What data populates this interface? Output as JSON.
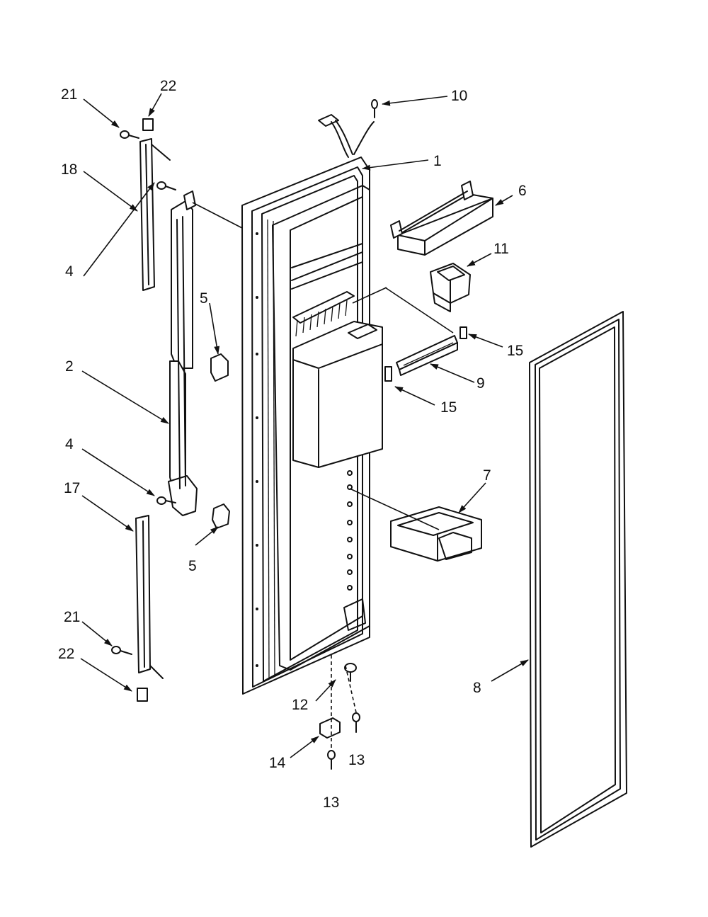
{
  "diagram": {
    "callouts": [
      {
        "id": "c21a",
        "text": "21"
      },
      {
        "id": "c22a",
        "text": "22"
      },
      {
        "id": "c10",
        "text": "10"
      },
      {
        "id": "c1",
        "text": "1"
      },
      {
        "id": "c18",
        "text": "18"
      },
      {
        "id": "c6",
        "text": "6"
      },
      {
        "id": "c11",
        "text": "11"
      },
      {
        "id": "c4a",
        "text": "4"
      },
      {
        "id": "c5a",
        "text": "5"
      },
      {
        "id": "c15a",
        "text": "15"
      },
      {
        "id": "c2",
        "text": "2"
      },
      {
        "id": "c9",
        "text": "9"
      },
      {
        "id": "c15b",
        "text": "15"
      },
      {
        "id": "c4b",
        "text": "4"
      },
      {
        "id": "c7",
        "text": "7"
      },
      {
        "id": "c17",
        "text": "17"
      },
      {
        "id": "c5b",
        "text": "5"
      },
      {
        "id": "c21b",
        "text": "21"
      },
      {
        "id": "c22b",
        "text": "22"
      },
      {
        "id": "c8",
        "text": "8"
      },
      {
        "id": "c12",
        "text": "12"
      },
      {
        "id": "c14",
        "text": "14"
      },
      {
        "id": "c13a",
        "text": "13"
      },
      {
        "id": "c13b",
        "text": "13"
      }
    ]
  }
}
